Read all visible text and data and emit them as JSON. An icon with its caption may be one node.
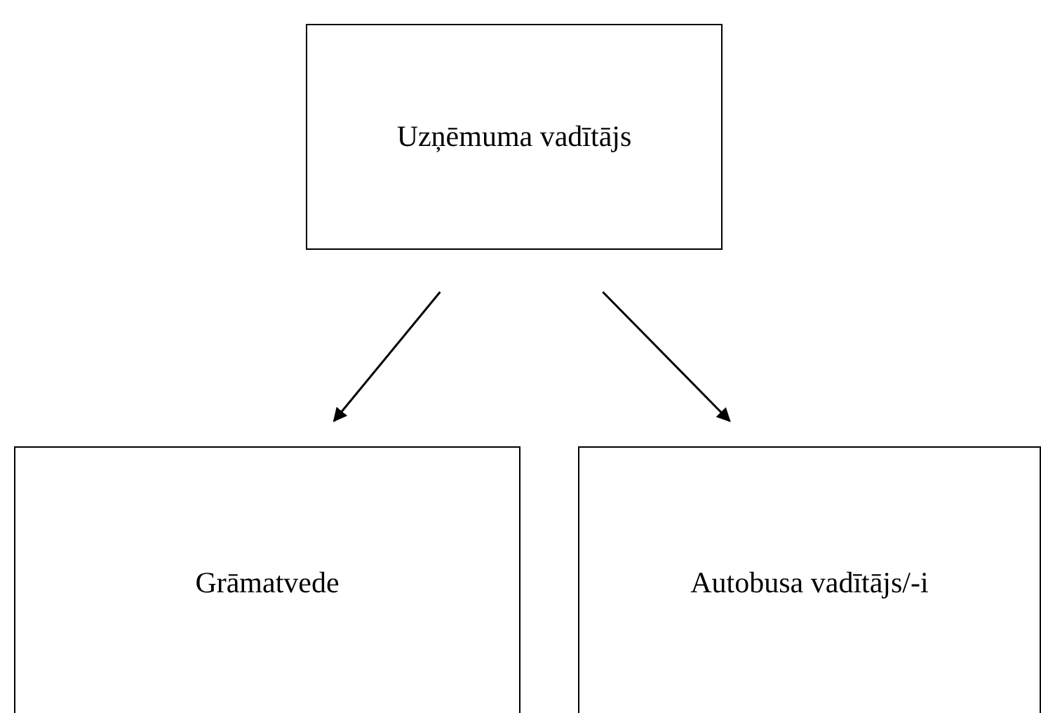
{
  "diagram": {
    "nodes": [
      {
        "text": [
          "Uzņēmuma vadītājs"
        ]
      },
      {
        "text": [
          "Grāmatvede"
        ]
      },
      {
        "text": [
          "Autobusa vadītājs/-i"
        ]
      }
    ],
    "edges": [
      {
        "from": 0,
        "to": 1,
        "arrow": "to"
      },
      {
        "from": 0,
        "to": 2,
        "arrow": "to"
      }
    ]
  }
}
